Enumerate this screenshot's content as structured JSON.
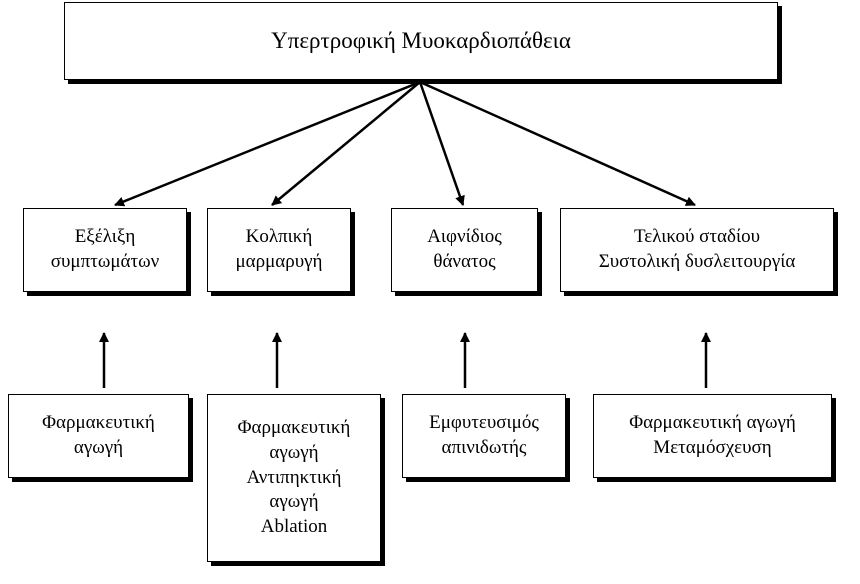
{
  "title": "Υπερτροφική Μυοκαρδιοπάθεια",
  "outcomes": [
    {
      "lines": [
        "Εξέλιξη",
        "συμπτωμάτων"
      ]
    },
    {
      "lines": [
        "Κολπική",
        "μαρμαρυγή"
      ]
    },
    {
      "lines": [
        "Αιφνίδιος",
        "θάνατος"
      ]
    },
    {
      "lines": [
        "Τελικού σταδίου",
        "Συστολική δυσλειτουργία"
      ]
    }
  ],
  "treatments": [
    {
      "lines": [
        "Φαρμακευτική",
        "αγωγή"
      ]
    },
    {
      "lines": [
        "Φαρμακευτική",
        "αγωγή",
        "Αντιπηκτική",
        "αγωγή",
        "Ablation"
      ]
    },
    {
      "lines": [
        "Εμφυτευσιμός",
        "απινιδωτής"
      ]
    },
    {
      "lines": [
        "Φαρμακευτική αγωγή",
        "Μεταμόσχευση"
      ]
    }
  ]
}
